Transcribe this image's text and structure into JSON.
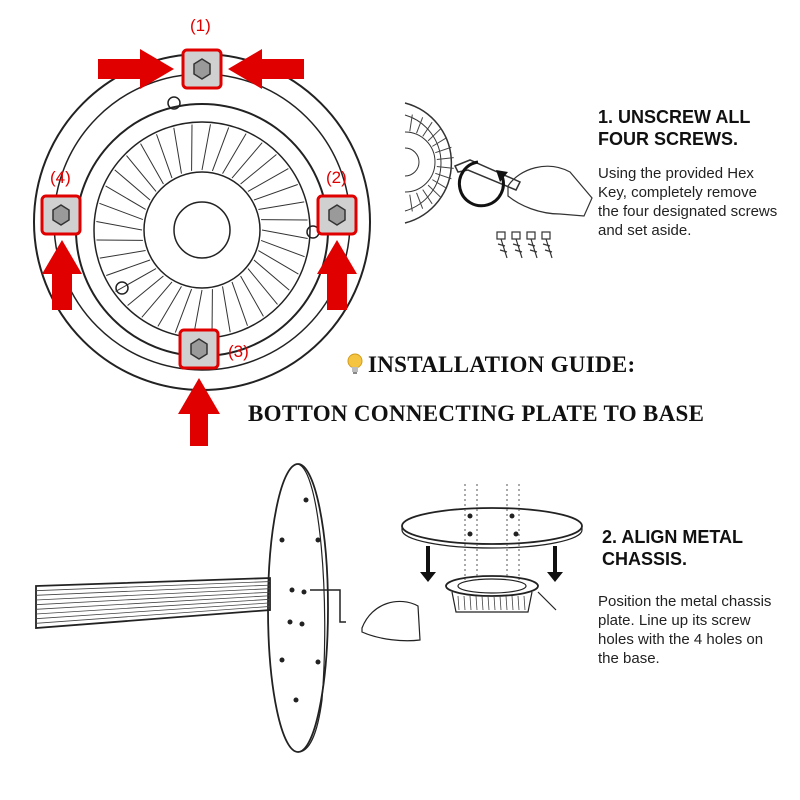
{
  "colors": {
    "accent_red": "#e10000",
    "line": "#222222",
    "bulb": "#f5c542"
  },
  "icons": [
    "arrow-right-icon",
    "arrow-left-icon",
    "arrow-up-icon",
    "arrow-down-icon",
    "hex-screw-icon",
    "lightbulb-icon",
    "rotate-icon",
    "hex-key-icon",
    "hand-icon"
  ],
  "screw_labels": {
    "one": "(1)",
    "two": "(2)",
    "three": "(3)",
    "four": "(4)"
  },
  "step1": {
    "heading": "1. UNSCREW ALL\nFOUR SCREWS.",
    "body": "Using the provided Hex\nKey, completely remove\nthe four designated screws\nand set aside."
  },
  "guide": {
    "title": "INSTALLATION GUIDE:",
    "subtitle": "BOTTON CONNECTING PLATE TO BASE"
  },
  "step2": {
    "heading": "2. ALIGN METAL\nCHASSIS.",
    "body": "Position the metal chassis\nplate. Line up its screw\nholes with the 4 holes on\nthe base."
  }
}
